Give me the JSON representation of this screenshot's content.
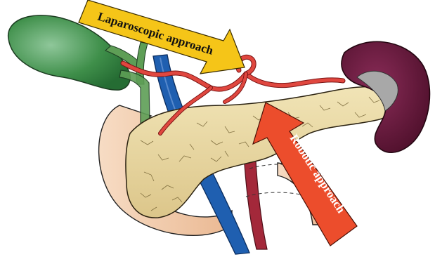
{
  "labels": {
    "laparoscopic": "Laparoscopic approach",
    "robotic": "Robotic approach"
  },
  "colors": {
    "laparoscopic_arrow": "#f5c518",
    "robotic_arrow": "#ec4d2c",
    "pancreas": "#e9d9a3",
    "duodenum": "#f3d2b6",
    "gallbladder": "#3f8f4a",
    "spleen": "#6a1a3c",
    "artery": "#e0473f",
    "vein": "#1f5fb0",
    "mesenteric_vessel": "#a3283a",
    "bile_duct": "#5e9e56"
  },
  "icons": [
    "laparoscopic-arrow",
    "robotic-arrow",
    "gallbladder",
    "pancreas",
    "duodenum",
    "spleen",
    "portal-vein",
    "hepatic-artery",
    "mesenteric-artery"
  ]
}
